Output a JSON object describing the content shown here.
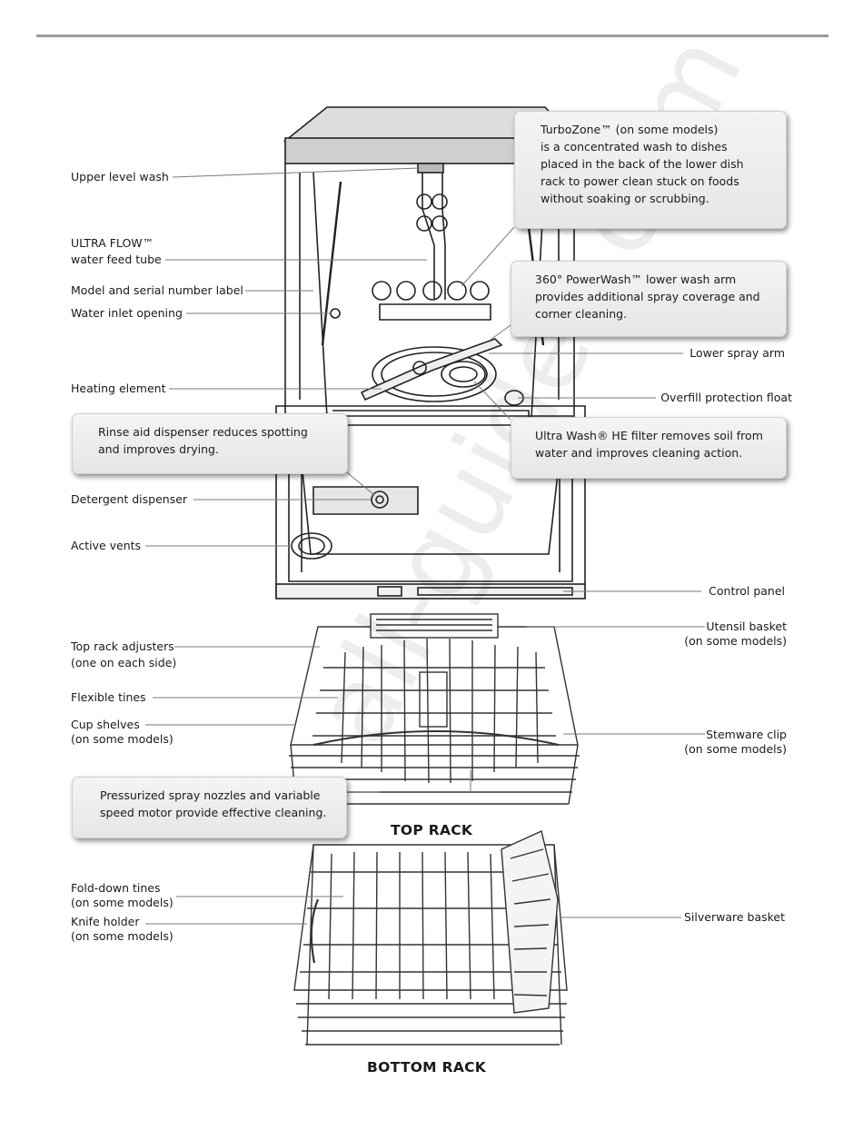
{
  "labels": {
    "upper_level_wash": "Upper level wash",
    "ultra_flow_line1": "ULTRA FLOW™",
    "ultra_flow_line2": "water feed tube",
    "model_serial": "Model and serial number label",
    "water_inlet": "Water inlet opening",
    "heating_element": "Heating element",
    "detergent_dispenser": "Detergent dispenser",
    "active_vents": "Active vents",
    "lower_spray_arm": "Lower spray arm",
    "overfill_float": "Overfill protection float",
    "control_panel": "Control panel",
    "utensil_basket_line1": "Utensil basket",
    "utensil_basket_line2": "(on some models)",
    "top_rack_adjusters_line1": "Top rack adjusters",
    "top_rack_adjusters_line2": "(one on each side)",
    "flexible_tines": "Flexible tines",
    "cup_shelves_line1": "Cup shelves",
    "cup_shelves_line2": "(on some models)",
    "stemware_clip_line1": "Stemware clip",
    "stemware_clip_line2": "(on some models)",
    "fold_down_tines_line1": "Fold-down tines",
    "fold_down_tines_line2": "(on some models)",
    "knife_holder_line1": "Knife holder",
    "knife_holder_line2": "(on some models)",
    "silverware_basket": "Silverware basket"
  },
  "callouts": {
    "turbozone": [
      "TurboZone™ (on some models)",
      "is a concentrated wash to dishes",
      "placed in the back of the lower dish",
      "rack to power clean stuck on foods",
      "without soaking or scrubbing."
    ],
    "powerwash": [
      "360° PowerWash™ lower wash arm",
      "provides additional spray coverage and",
      "corner cleaning."
    ],
    "rinse_aid": [
      "Rinse aid dispenser reduces spotting",
      "and improves drying."
    ],
    "ultra_wash": [
      "Ultra Wash® HE filter removes soil from",
      "water and improves cleaning action."
    ],
    "pressurized": [
      "Pressurized spray nozzles and variable",
      "speed motor provide effective cleaning."
    ]
  },
  "rack_titles": {
    "top": "TOP RACK",
    "bottom": "BOTTOM RACK"
  },
  "watermark": "all-guides.com"
}
